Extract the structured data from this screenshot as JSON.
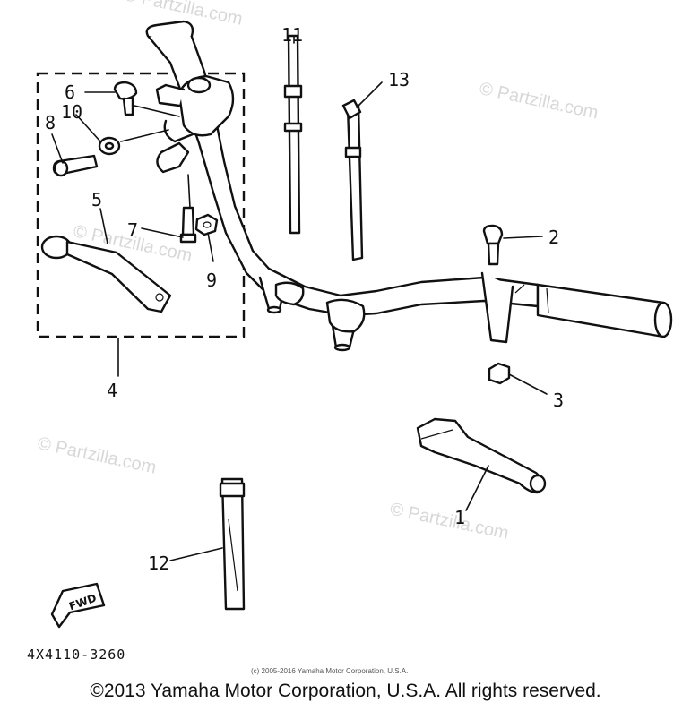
{
  "watermark": "© Partzilla.com",
  "callouts": [
    "1",
    "2",
    "3",
    "4",
    "5",
    "6",
    "7",
    "8",
    "9",
    "10",
    "11",
    "12",
    "13"
  ],
  "fwd_label": "FWD",
  "diagram_code": "4X4110-3260",
  "small_copyright": "(c) 2005-2016 Yamaha Motor Corporation, U.S.A.",
  "copyright": "©2013 Yamaha Motor Corporation, U.S.A. All rights reserved."
}
